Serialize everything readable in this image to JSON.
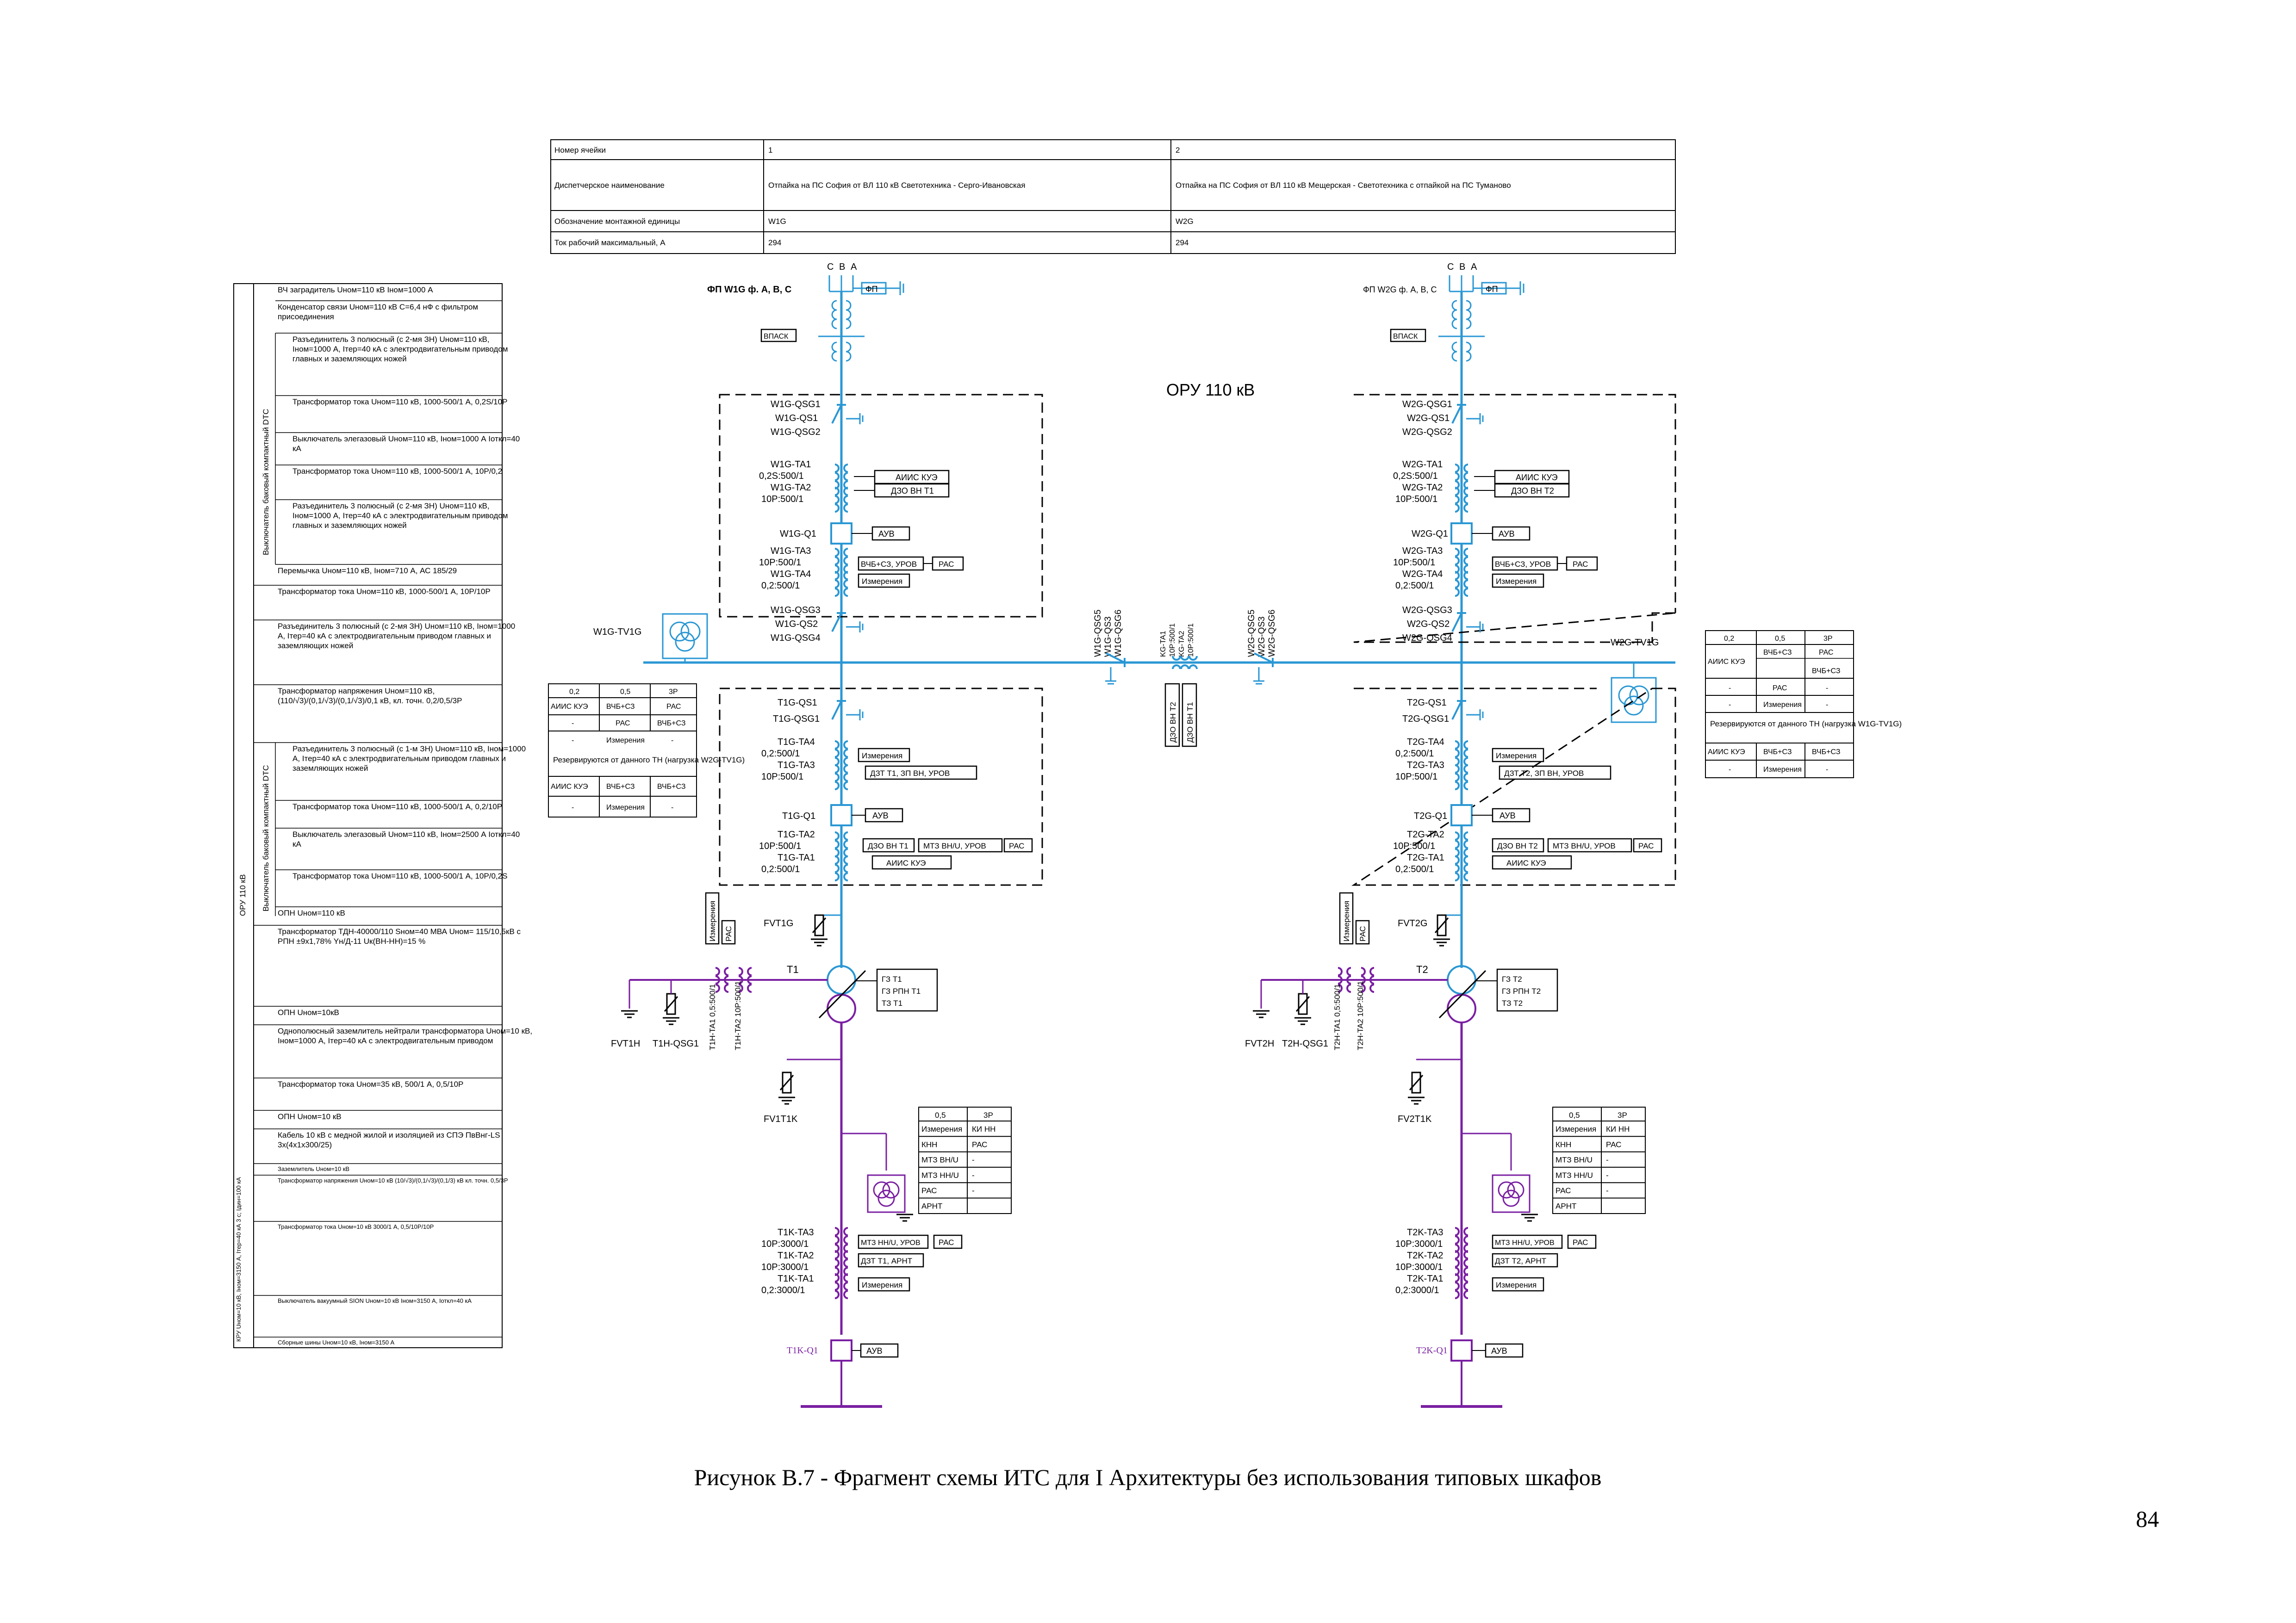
{
  "page_number": "84",
  "caption": "Рисунок В.7 - Фрагмент схемы ИТС для I Архитектуры без использования типовых шкафов",
  "colors": {
    "bus": "#2a97d4",
    "lv": "#7a1fa2",
    "ink": "#000000"
  },
  "header_table": {
    "rows": [
      {
        "label": "Номер ячейки",
        "c1": "1",
        "c2": "2"
      },
      {
        "label": "Диспетчерское наименование",
        "c1": "Отпайка на ПС София от ВЛ 110 кВ Светотехника - Серго-Ивановская",
        "c2": "Отпайка на ПС София от ВЛ 110 кВ Мещерская - Светотехника с отпайкой на ПС Туманово"
      },
      {
        "label": "Обозначение монтажной единицы",
        "c1": "W1G",
        "c2": "W2G"
      },
      {
        "label": "Ток рабочий максимальный, А",
        "c1": "294",
        "c2": "294"
      }
    ]
  },
  "legend": {
    "group1": "Выключатель баковый компактный DTC",
    "group2": "Выключатель баковый компактный DTC",
    "group_oru": "ОРУ 110 кВ",
    "group_kru": "КРУ Uном=10 кВ, Iном=3150 А, Iтер=40 кА 3 с; Iдин=100 кА",
    "rows": [
      {
        "t": "ВЧ заградитель Uном=110 кВ Iном=1000 А"
      },
      {
        "t": "Конденсатор связи Uном=110 кВ С=6,4 нФ с фильтром присоединения"
      },
      {
        "t": "Разъединитель 3 полюсный (с 2-мя ЗН) Uном=110 кВ, Iном=1000 А, Iтер=40 кА с электродвигательным приводом главных и заземляющих ножей"
      },
      {
        "t": "Трансформатор тока Uном=110 кВ, 1000-500/1 А, 0,2S/10Р"
      },
      {
        "t": "Выключатель элегазовый Uном=110 кВ, Iном=1000 А Iоткл=40 кА"
      },
      {
        "t": "Трансформатор тока Uном=110 кВ, 1000-500/1 А, 10Р/0,2"
      },
      {
        "t": "Разъединитель 3 полюсный (с 2-мя ЗН) Uном=110 кВ, Iном=1000 А, Iтер=40 кА с электродвигательным приводом главных и заземляющих ножей"
      },
      {
        "t": "Перемычка Uном=110 кВ, Iном=710 А, АС 185/29"
      },
      {
        "t": "Трансформатор тока Uном=110 кВ, 1000-500/1 А, 10Р/10Р"
      },
      {
        "t": "Разъединитель 3 полюсный (с 2-мя ЗН) Uном=110 кВ, Iном=1000 А, Iтер=40 кА с электродвигательным приводом главных и заземляющих ножей"
      },
      {
        "t": "Трансформатор напряжения Uном=110 кВ, (110/√3)/(0,1/√3)/(0,1/√3)/0,1 кВ, кл. точн. 0,2/0,5/3Р"
      },
      {
        "t": "Разъединитель 3 полюсный (с 1-м ЗН) Uном=110 кВ, Iном=1000 А, Iтер=40 кА с электродвигательным приводом главных и заземляющих ножей"
      },
      {
        "t": "Трансформатор тока Uном=110 кВ, 1000-500/1 А, 0,2/10Р"
      },
      {
        "t": "Выключатель элегазовый Uном=110 кВ, Iном=2500 А Iоткл=40 кА"
      },
      {
        "t": "Трансформатор тока Uном=110 кВ, 1000-500/1 А, 10Р/0,2S"
      },
      {
        "t": "ОПН Uном=110 кВ"
      },
      {
        "t": "Трансформатор ТДН-40000/110 Sном=40 МВА Uном= 115/10,5кВ с РПН ±9х1,78% Yн/Д-11 Uк(ВН-НН)=15 %"
      },
      {
        "t": "ОПН Uном=10кВ"
      },
      {
        "t": "Однополюсный заземлитель нейтрали трансформатора Uном=10 кВ, Iном=1000 А, Iтер=40 кА с электродвигательным приводом"
      },
      {
        "t": "Трансформатор тока Uном=35 кВ, 500/1 А, 0,5/10Р"
      },
      {
        "t": "ОПН Uном=10 кВ"
      },
      {
        "t": "Кабель 10 кВ с медной жилой и изоляцией из СПЭ ПвВнг-LS 3х(4х1х300/25)"
      },
      {
        "t": "Заземлитель Uном=10 кВ"
      },
      {
        "t": "Трансформатор напряжения Uном=10 кВ (10/√3)/(0,1/√3)/(0,1/3) кВ кл. точн. 0,5/3Р"
      },
      {
        "t": "Трансформатор тока Uном=10 кВ 3000/1 А, 0,5/10Р/10Р"
      },
      {
        "t": "Выключатель вакуумный SION Uном=10 кВ Iном=3150 А, Iоткл=40 кА"
      },
      {
        "t": "Сборные шины Uном=10 кВ, Iном=3150 А"
      }
    ]
  },
  "oru_title": "ОРУ 110 кВ",
  "phases": [
    "C",
    "B",
    "A"
  ],
  "left": {
    "fp": "ФП W1G ф. А, В, С",
    "fp_box": "ФП",
    "vpask": "ВПАСК",
    "qsg1": "W1G-QSG1",
    "qs1": "W1G-QS1",
    "qsg2": "W1G-QSG2",
    "ta1": "W1G-TA1",
    "ta1r": "0,2S:500/1",
    "ta2": "W1G-TA2",
    "ta2r": "10P:500/1",
    "aiis": "АИИС КУЭ",
    "dzo": "ДЗО ВН Т1",
    "q1": "W1G-Q1",
    "auv": "АУВ",
    "ta3": "W1G-TA3",
    "ta3r": "10P:500/1",
    "ta4": "W1G-TA4",
    "ta4r": "0,2:500/1",
    "vch": "ВЧБ+СЗ, УРОВ",
    "ras": "РАС",
    "izm": "Измерения",
    "qsg3": "W1G-QSG3",
    "qs2": "W1G-QS2",
    "qsg4": "W1G-QSG4",
    "tv": "W1G-TV1G",
    "t1qs1": "T1G-QS1",
    "t1qsg1": "T1G-QSG1",
    "t1ta4": "T1G-TA4",
    "t1ta4r": "0,2:500/1",
    "t1ta3": "T1G-TA3",
    "t1ta3r": "10P:500/1",
    "t1izm": "Измерения",
    "dzt": "ДЗТ Т1, ЗП ВН, УРОВ",
    "t1q1": "T1G-Q1",
    "t1auv": "АУВ",
    "t1ta2": "T1G-TA2",
    "t1ta2r": "10P:500/1",
    "t1ta1": "T1G-TA1",
    "t1ta1r": "0,2:500/1",
    "dzovn": "ДЗО ВН Т1",
    "mtz": "МТЗ ВН/U, УРОВ",
    "ras2": "РАС",
    "aiis2": "АИИС КУЭ",
    "fvt": "FVT1G",
    "izm_v": "Измерения",
    "ras_v": "РАС",
    "t": "T1",
    "gz": "ГЗ Т1",
    "gzrpn": "ГЗ РПН Т1",
    "tz": "ТЗ Т1",
    "fvth": "FVT1H",
    "t1hqsg": "T1H-QSG1",
    "t1hta1": "T1H-TA1 0,5:500/1",
    "t1hta2": "T1H-TA2 10P:500/1",
    "fv1t1k": "FV1T1K",
    "t1kta3": "T1K-TA3",
    "t1kta3r": "10P:3000/1",
    "t1kta2": "T1K-TA2",
    "t1kta2r": "10P:3000/1",
    "t1kta1": "T1K-TA1",
    "t1kta1r": "0,2:3000/1",
    "mtznn": "МТЗ НН/U, УРОВ",
    "ras3": "РАС",
    "dzt2": "ДЗТ Т1, АРНТ",
    "izm3": "Измерения",
    "t1kq1": "T1K-Q1",
    "auv3": "АУВ",
    "tv_table": {
      "h": [
        "0,2",
        "0,5",
        "3Р"
      ],
      "r1": [
        "АИИС КУЭ",
        "ВЧБ+СЗ",
        "РАС"
      ],
      "r2": [
        "-",
        "РАС",
        "ВЧБ+СЗ"
      ],
      "r3": [
        "-",
        "Измерения",
        "-"
      ],
      "note": "Резервируются от данного ТН (нагрузка W2G-TV1G)",
      "r4": [
        "АИИС КУЭ",
        "ВЧБ+СЗ",
        "ВЧБ+СЗ"
      ],
      "r5": [
        "-",
        "Измерения",
        "-"
      ]
    },
    "lv_table": {
      "h": [
        "0,5",
        "3Р"
      ],
      "r": [
        [
          "Измерения",
          "КИ НН"
        ],
        [
          "КНН",
          "РАС"
        ],
        [
          "МТЗ ВН/U",
          "-"
        ],
        [
          "МТЗ НН/U",
          "-"
        ],
        [
          "РАС",
          "-"
        ],
        [
          "АРНТ",
          ""
        ]
      ]
    }
  },
  "right": {
    "fp": "ФП W2G ф. А, В, С",
    "fp_box": "ФП",
    "vpask": "ВПАСК",
    "qsg1": "W2G-QSG1",
    "qs1": "W2G-QS1",
    "qsg2": "W2G-QSG2",
    "ta1": "W2G-TA1",
    "ta1r": "0,2S:500/1",
    "ta2": "W2G-TA2",
    "ta2r": "10P:500/1",
    "aiis": "АИИС КУЭ",
    "dzo": "ДЗО ВН Т2",
    "q1": "W2G-Q1",
    "auv": "АУВ",
    "ta3": "W2G-TA3",
    "ta3r": "10P:500/1",
    "ta4": "W2G-TA4",
    "ta4r": "0,2:500/1",
    "vch": "ВЧБ+СЗ, УРОВ",
    "ras": "РАС",
    "izm": "Измерения",
    "qsg3": "W2G-QSG3",
    "qs2": "W2G-QS2",
    "qsg4": "W2G-QSG4",
    "tv": "W2G-TV1G",
    "t1qs1": "T2G-QS1",
    "t1qsg1": "T2G-QSG1",
    "t1ta4": "T2G-TA4",
    "t1ta4r": "0,2:500/1",
    "t1ta3": "T2G-TA3",
    "t1ta3r": "10P:500/1",
    "t1izm": "Измерения",
    "dzt": "ДЗТ Т2, ЗП ВН, УРОВ",
    "t1q1": "T2G-Q1",
    "t1auv": "АУВ",
    "t1ta2": "T2G-TA2",
    "t1ta2r": "10P:500/1",
    "t1ta1": "T2G-TA1",
    "t1ta1r": "0,2:500/1",
    "dzovn": "ДЗО ВН Т2",
    "mtz": "МТЗ ВН/U, УРОВ",
    "ras2": "РАС",
    "aiis2": "АИИС КУЭ",
    "fvt": "FVT2G",
    "izm_v": "Измерения",
    "ras_v": "РАС",
    "t": "T2",
    "gz": "ГЗ Т2",
    "gzrpn": "ГЗ РПН Т2",
    "tz": "ТЗ Т2",
    "fvth": "FVT2H",
    "t1hqsg": "T2H-QSG1",
    "t1hta1": "T2H-TA1 0,5:500/1",
    "t1hta2": "T2H-TA2 10P:500/1",
    "fv1t1k": "FV2T1K",
    "t1kta3": "T2K-TA3",
    "t1kta3r": "10P:3000/1",
    "t1kta2": "T2K-TA2",
    "t1kta2r": "10P:3000/1",
    "t1kta1": "T2K-TA1",
    "t1kta1r": "0,2:3000/1",
    "mtznn": "МТЗ НН/U, УРОВ",
    "ras3": "РАС",
    "dzt2": "ДЗТ Т2, АРНТ",
    "izm3": "Измерения",
    "t1kq1": "T2K-Q1",
    "auv3": "АУВ",
    "tv_table": {
      "h": [
        "0,2",
        "0,5",
        "3Р"
      ],
      "r1": [
        "АИИС КУЭ",
        "ВЧБ+СЗ",
        "РАС"
      ],
      "r2": [
        "",
        "",
        "ВЧБ+СЗ"
      ],
      "r3": [
        "-",
        "РАС",
        "-"
      ],
      "r3b": [
        "-",
        "Измерения",
        "-"
      ],
      "note": "Резервируются от данного ТН (нагрузка W1G-TV1G)",
      "r4": [
        "АИИС КУЭ",
        "ВЧБ+СЗ",
        "ВЧБ+СЗ"
      ],
      "r5": [
        "-",
        "Измерения",
        "-"
      ]
    },
    "lv_table": {
      "h": [
        "0,5",
        "3Р"
      ],
      "r": [
        [
          "Измерения",
          "КИ НН"
        ],
        [
          "КНН",
          "РАС"
        ],
        [
          "МТЗ ВН/U",
          "-"
        ],
        [
          "МТЗ НН/U",
          "-"
        ],
        [
          "РАС",
          "-"
        ],
        [
          "АРНТ",
          ""
        ]
      ]
    }
  },
  "bridge": {
    "qsg5a": "W1G-QSG5",
    "qs3a": "W1G-QS3",
    "qsg6a": "W1G-QSG6",
    "ta1": "KG-TA1",
    "ta1r": "10P:500/1",
    "ta2": "KG-TA2",
    "ta2r": "10P:500/1",
    "qsg5b": "W2G-QSG5",
    "qs3b": "W2G-QS3",
    "qsg6b": "W2G-QSG6",
    "dzo2": "ДЗО ВН Т2",
    "dzo1": "ДЗО ВН Т1"
  }
}
